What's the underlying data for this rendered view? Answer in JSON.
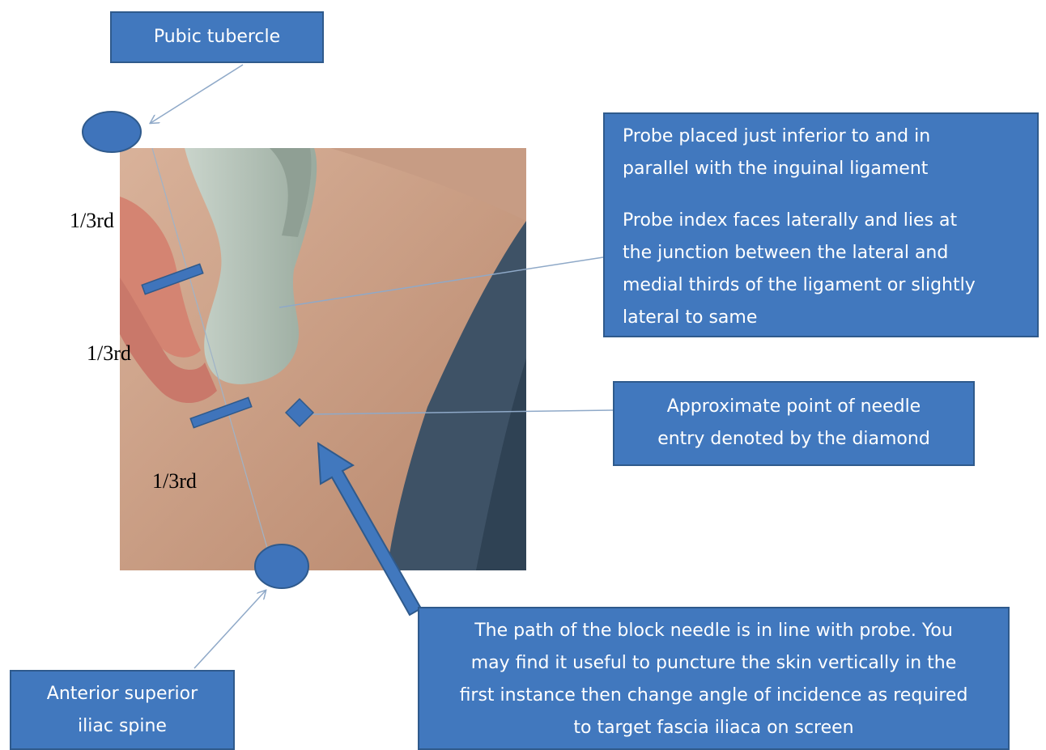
{
  "labels": {
    "pubic_tubercle": "Pubic tubercle",
    "asis": [
      "Anterior superior",
      "iliac spine"
    ],
    "probe_placement": [
      "Probe placed just inferior to and in",
      "parallel with the inguinal ligament"
    ],
    "probe_index": [
      "Probe index faces laterally and lies at",
      "the junction between the lateral and",
      "medial thirds of the ligament or slightly",
      "lateral to same"
    ],
    "needle_entry": [
      "Approximate point of needle",
      "entry denoted by the diamond"
    ],
    "needle_path": [
      "The path of the block needle is in line with probe. You",
      "may find it useful to puncture the skin vertically in the",
      "first instance then change angle of incidence as required",
      "to target fascia iliaca on screen"
    ]
  },
  "thirds": [
    "1/3rd",
    "1/3rd",
    "1/3rd"
  ],
  "colors": {
    "box_fill": "#4178be",
    "box_border": "#2f5a8c",
    "marker_fill": "#3f74bb",
    "leader_line": "#8fa9c8",
    "skin": "#c79a80",
    "probe": "#b9c7bd",
    "background_drape": "#3e5266"
  }
}
